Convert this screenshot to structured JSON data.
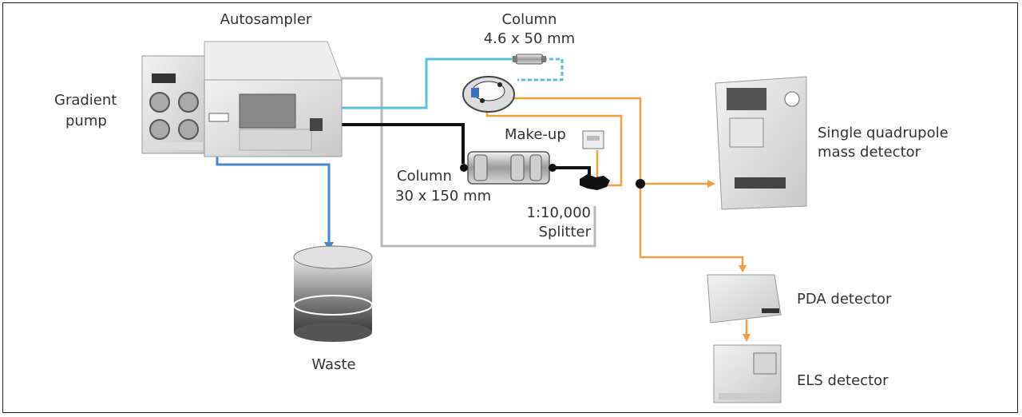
{
  "labels": {
    "autosampler": "Autosampler",
    "gradient_pump_line1": "Gradient",
    "gradient_pump_line2": "pump",
    "column_small_line1": "Column",
    "column_small_line2": "4.6 x 50 mm",
    "makeup": "Make-up",
    "column_large_line1": "Column",
    "column_large_line2": "30 x 150 mm",
    "splitter_line1": "1:10,000",
    "splitter_line2": "Splitter",
    "ms_detector_line1": "Single quadrupole",
    "ms_detector_line2": "mass detector",
    "pda_detector": "PDA detector",
    "els_detector": "ELS detector",
    "waste": "Waste"
  },
  "colors": {
    "flow_orange": "#f0a040",
    "flow_cyan": "#5cc0d6",
    "flow_blue": "#4a86c8",
    "flow_green": "#2e9a4a",
    "flow_gray": "#b8b8b8",
    "flow_black": "#111111"
  },
  "icons": {
    "autosampler": "autosampler-instrument-icon",
    "gradient_pump": "gradient-pump-instrument-icon",
    "switching_valve": "switching-valve-icon",
    "column_small": "analytical-column-icon",
    "column_large": "preparative-column-icon",
    "makeup_pump": "makeup-pump-icon",
    "splitter": "splitter-icon",
    "ms_detector": "mass-detector-instrument-icon",
    "pda_detector": "pda-detector-instrument-icon",
    "els_detector": "els-detector-instrument-icon",
    "waste": "waste-container-icon"
  }
}
